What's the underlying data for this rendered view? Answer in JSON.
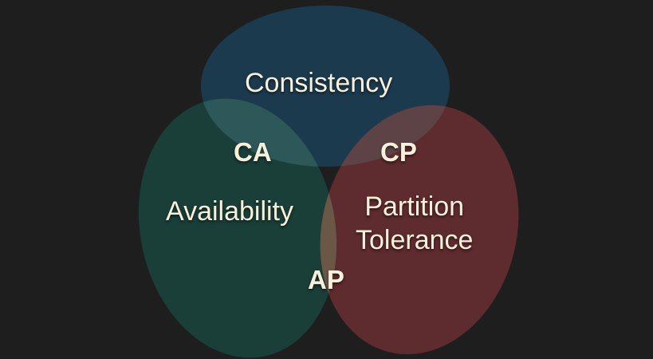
{
  "diagram": {
    "type": "venn",
    "background": "#1e1e1e",
    "sets": [
      {
        "id": "consistency",
        "label": "Consistency",
        "color": "#1c3a4e"
      },
      {
        "id": "availability",
        "label": "Availability",
        "color": "#1a3e38"
      },
      {
        "id": "partition",
        "label": "Partition\nTolerance",
        "label_line1": "Partition",
        "label_line2": "Tolerance",
        "color": "#5e2b2e"
      }
    ],
    "intersections": [
      {
        "id": "ca",
        "label": "CA",
        "sets": [
          "consistency",
          "availability"
        ],
        "color": "#2d5758"
      },
      {
        "id": "cp",
        "label": "CP",
        "sets": [
          "consistency",
          "partition"
        ],
        "color": "#5e4346"
      },
      {
        "id": "ap",
        "label": "AP",
        "sets": [
          "availability",
          "partition"
        ],
        "color": "#6a5745"
      }
    ],
    "text_color": "#f7f1dc"
  }
}
